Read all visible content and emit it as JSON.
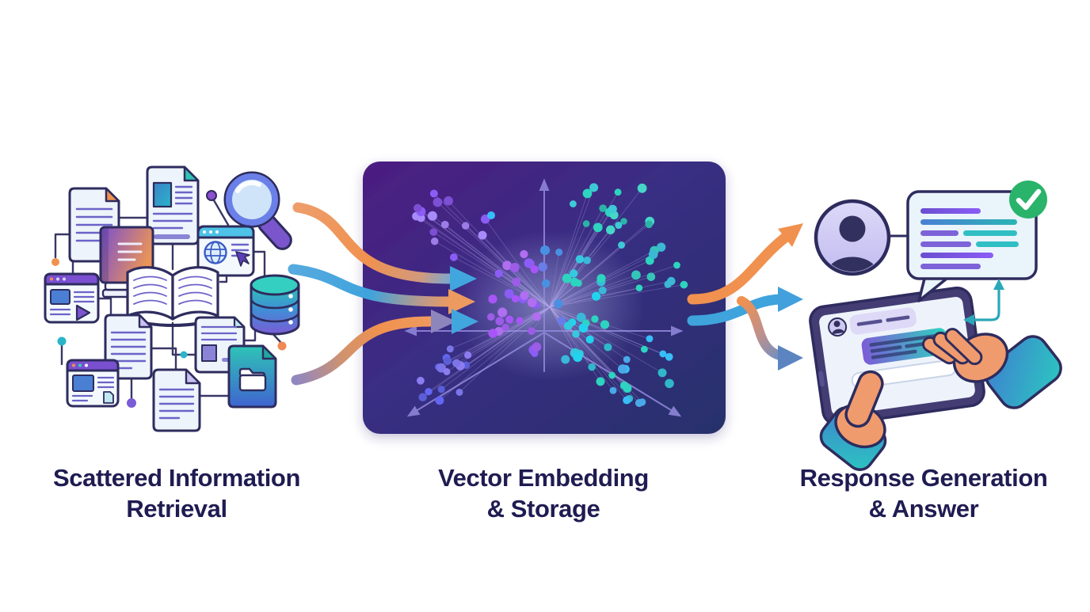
{
  "page": {
    "background": "#ffffff"
  },
  "stages": [
    {
      "name": "scattered-information-retrieval",
      "label_line1": "Scattered Information",
      "label_line2": "Retrieval",
      "icons": [
        "document-orange-fold-icon",
        "document-teal-fold-icon",
        "magnifying-glass-icon",
        "closed-book-icon",
        "browser-globe-cursor-icon",
        "open-book-icon",
        "database-icon",
        "browser-media-play-icon",
        "document-lines-icon",
        "browser-media-page-icon",
        "document-purple-fold-icon",
        "document-thumbnail-icon",
        "file-folder-icon",
        "connector-dots"
      ]
    },
    {
      "name": "vector-embedding-storage",
      "label_line1": "Vector Embedding",
      "label_line2": "& Storage",
      "icons": [
        "axes-3d-icon",
        "vector-cluster-dots",
        "embedding-link-lines"
      ]
    },
    {
      "name": "response-generation-answer",
      "label_line1": "Response Generation",
      "label_line2": "& Answer",
      "icons": [
        "user-avatar-icon",
        "response-bubble-icon",
        "check-badge-icon",
        "tablet-chat-icon",
        "holding-hands-icon",
        "loop-arrow-icon"
      ]
    }
  ],
  "flows": {
    "into_embedding": [
      "orange",
      "blue",
      "orange-to-purple"
    ],
    "out_of_embedding": [
      "orange",
      "blue",
      "orange-to-blue"
    ]
  },
  "colors": {
    "label_text": "#1f1c52",
    "outline_navy": "#2e2c5e",
    "accent_orange": "#f0914f",
    "accent_blue": "#3fa3dc",
    "accent_teal": "#2dd4bf",
    "accent_purple": "#8b5cf6",
    "panel_purple": "#4c1d82",
    "panel_navy": "#27306b",
    "check_green": "#2ab36b"
  }
}
